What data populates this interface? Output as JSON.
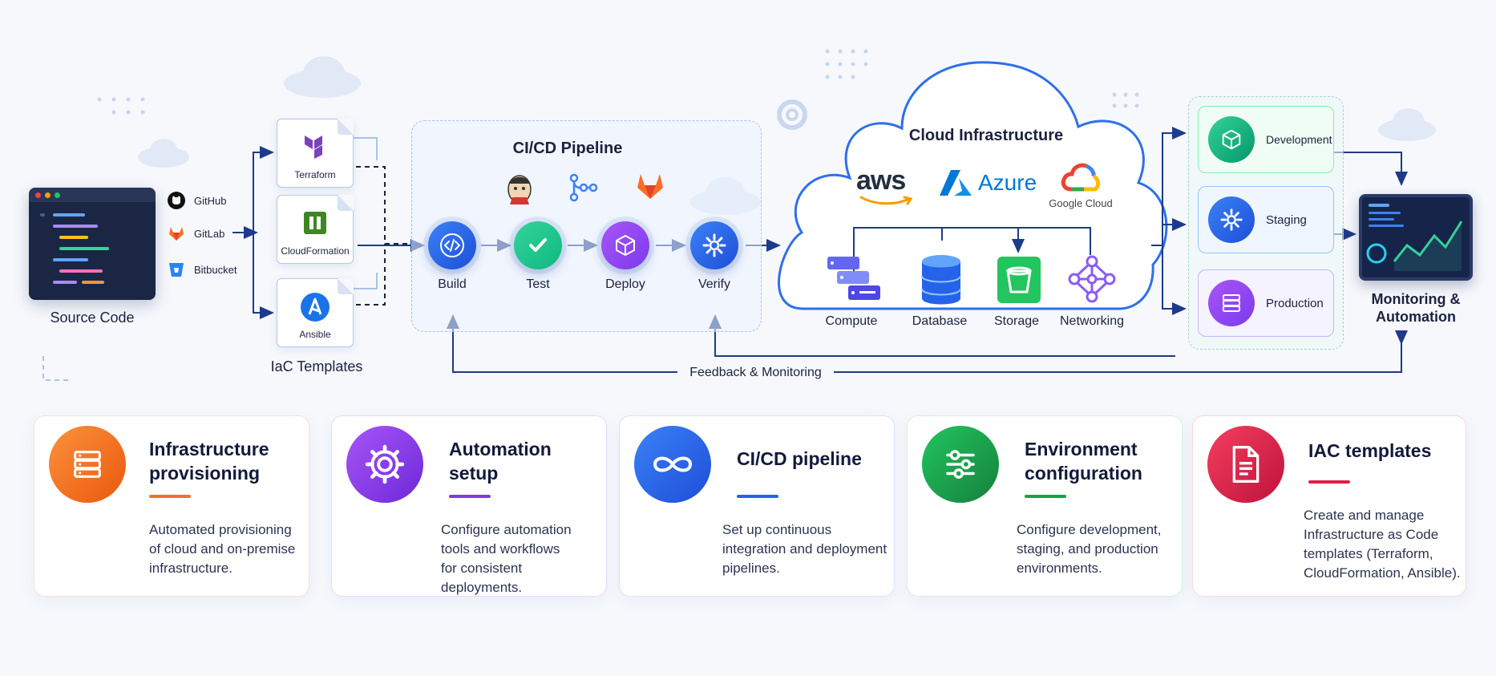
{
  "source": {
    "label": "Source Code",
    "repos": [
      "GitHub",
      "GitLab",
      "Bitbucket"
    ]
  },
  "iac": {
    "label": "IaC Templates",
    "docs": [
      "Terraform",
      "CloudFormation",
      "Ansible"
    ]
  },
  "pipeline": {
    "title": "CI/CD Pipeline",
    "stages": [
      "Build",
      "Test",
      "Deploy",
      "Verify"
    ],
    "feedback_label": "Feedback & Monitoring"
  },
  "cloud": {
    "title": "Cloud Infrastructure",
    "providers": [
      "aws",
      "Azure",
      "Google Cloud"
    ],
    "resources": [
      "Compute",
      "Database",
      "Storage",
      "Networking"
    ]
  },
  "environments": [
    "Development",
    "Staging",
    "Production"
  ],
  "monitoring": {
    "label_line1": "Monitoring &",
    "label_line2": "Automation"
  },
  "cards": [
    {
      "title_line1": "Infrastructure",
      "title_line2": "provisioning",
      "desc": [
        "Automated provisioning",
        "of cloud and on-premise",
        "infrastructure."
      ],
      "color": "#f3702c"
    },
    {
      "title_line1": "Automation",
      "title_line2": "setup",
      "desc": [
        "Configure automation",
        "tools and workflows",
        "for consistent deployments."
      ],
      "color": "#7a3ee0"
    },
    {
      "title_line1": "CI/CD pipeline",
      "title_line2": "",
      "desc": [
        "Set up continuous",
        "integration and deployment",
        "pipelines."
      ],
      "color": "#2563eb"
    },
    {
      "title_line1": "Environment",
      "title_line2": "configuration",
      "desc": [
        "Configure development,",
        "staging, and production",
        "environments."
      ],
      "color": "#16a34a"
    },
    {
      "title_line1": "IAC templates",
      "title_line2": "",
      "desc": [
        "Create and manage",
        "Infrastructure as Code",
        "templates (Terraform,",
        "CloudFormation, Ansible)."
      ],
      "color": "#e11d48"
    }
  ]
}
